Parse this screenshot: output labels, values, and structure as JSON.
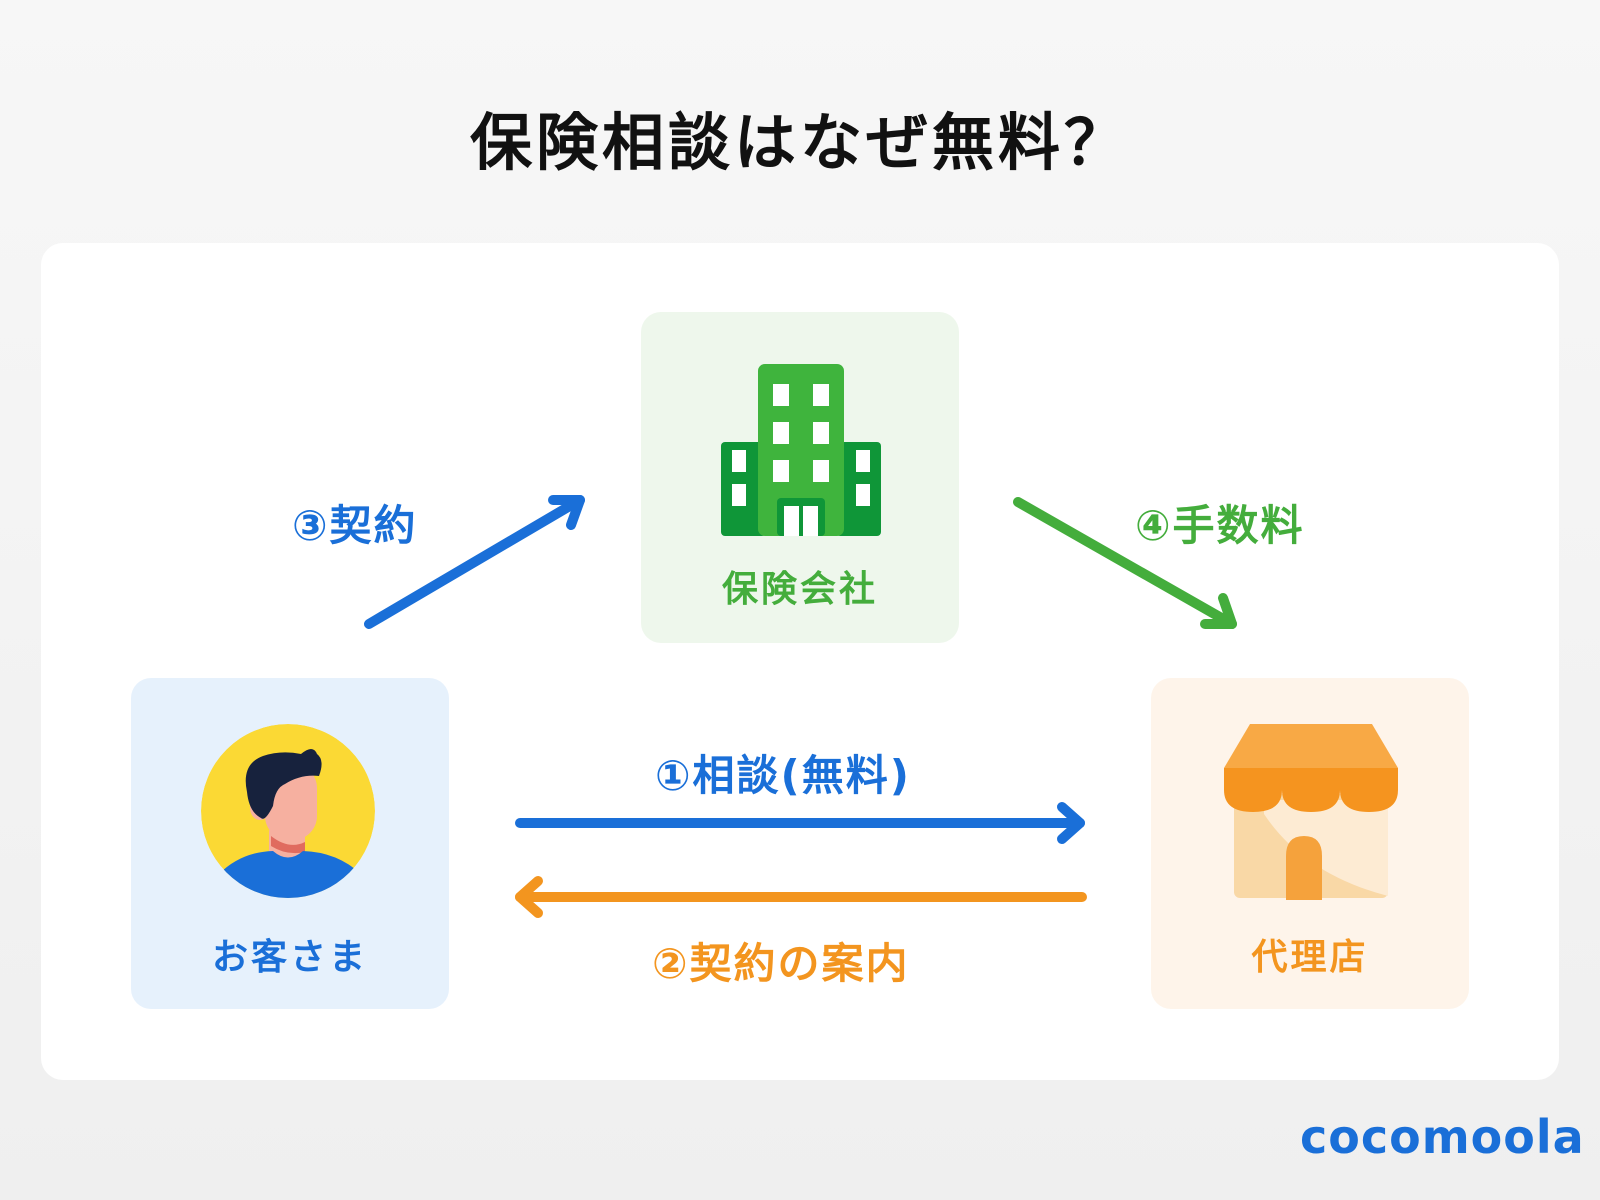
{
  "title": "保険相談はなぜ無料？",
  "nodes": {
    "insurer": {
      "label": "保険会社",
      "icon": "office-building-icon",
      "color": "#44ad3c",
      "bg": "#eef7ec"
    },
    "customer": {
      "label": "お客さま",
      "icon": "person-avatar-icon",
      "color": "#1a6fd8",
      "bg": "#e6f1fc"
    },
    "agency": {
      "label": "代理店",
      "icon": "storefront-icon",
      "color": "#f3951f",
      "bg": "#fef4ea"
    }
  },
  "flows": [
    {
      "step": 1,
      "label": "①相談(無料)",
      "from": "customer",
      "to": "agency",
      "color": "#1a6fd8"
    },
    {
      "step": 2,
      "label": "②契約の案内",
      "from": "agency",
      "to": "customer",
      "color": "#f3951f"
    },
    {
      "step": 3,
      "label": "③契約",
      "from": "customer",
      "to": "insurer",
      "color": "#1a6fd8"
    },
    {
      "step": 4,
      "label": "④手数料",
      "from": "insurer",
      "to": "agency",
      "color": "#44ad3c"
    }
  ],
  "brand": {
    "logo_text": "cocomoola",
    "color": "#1a6fd8"
  }
}
